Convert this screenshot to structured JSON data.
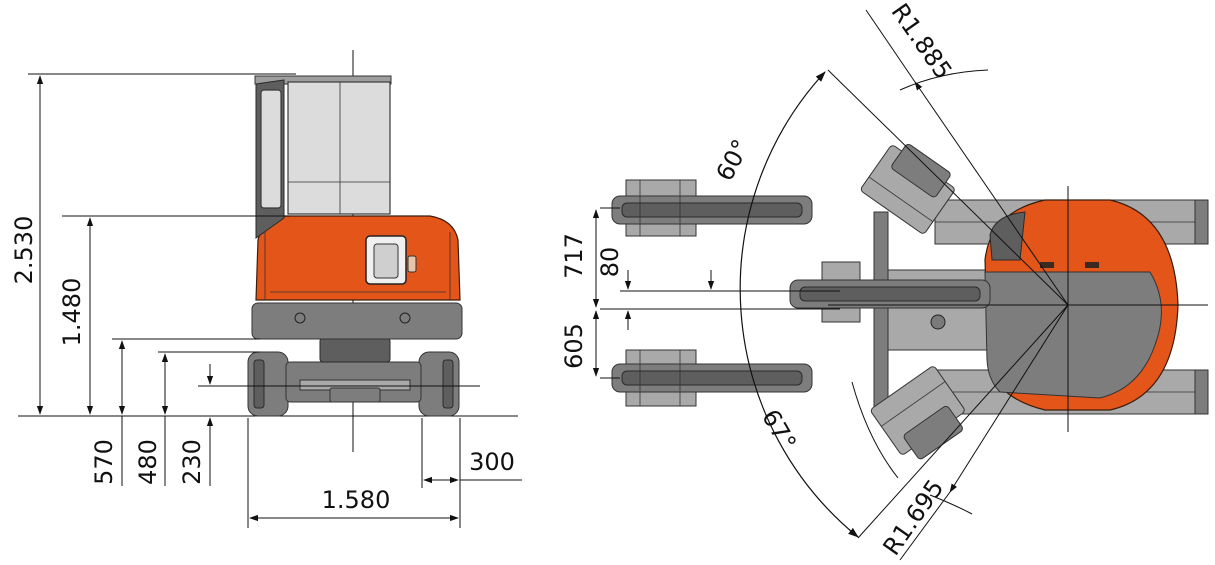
{
  "front_view": {
    "dimensions": {
      "overall_height": "2.530",
      "canopy_height": "1.480",
      "height_570": "570",
      "height_480": "480",
      "ground_clearance": "230",
      "track_width": "300",
      "overall_width": "1.580"
    }
  },
  "top_view": {
    "dimensions": {
      "swing_angle_left": "60°",
      "swing_angle_right": "67°",
      "offset_717": "717",
      "offset_80": "80",
      "offset_605": "605",
      "tail_radius": "R1.885",
      "front_radius": "R1.695"
    }
  },
  "colors": {
    "body_orange": "#e4551a",
    "steel_grey": "#7d7d7d",
    "glass": "#dcdcdc"
  }
}
